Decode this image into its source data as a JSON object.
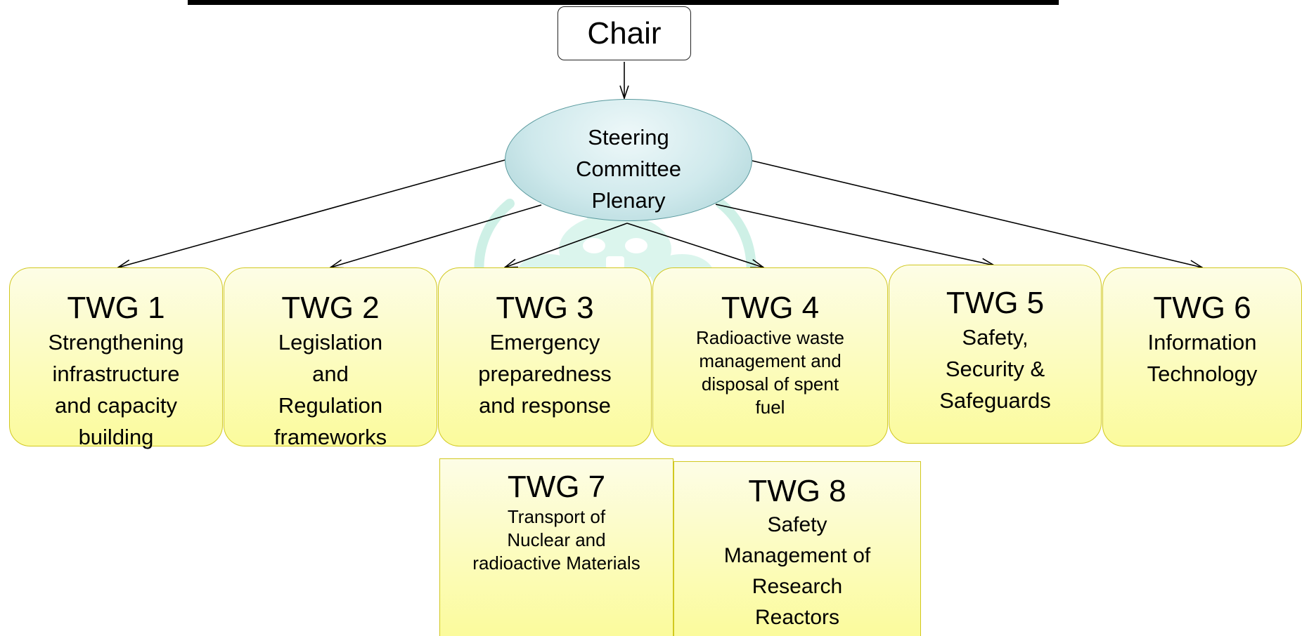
{
  "chair": {
    "label": "Chair"
  },
  "steering": {
    "line1": "Steering",
    "line2": "Committee",
    "line3": "Plenary"
  },
  "twgs": [
    {
      "title": "TWG 1",
      "desc": [
        "Strengthening",
        "infrastructure",
        "and capacity",
        "building"
      ]
    },
    {
      "title": "TWG 2",
      "desc": [
        "Legislation",
        "and",
        "Regulation",
        "frameworks"
      ]
    },
    {
      "title": "TWG 3",
      "desc": [
        "Emergency",
        "preparedness",
        "and response"
      ]
    },
    {
      "title": "TWG 4",
      "desc": [
        "Radioactive waste",
        "management and",
        "disposal of spent",
        "fuel"
      ]
    },
    {
      "title": "TWG 5",
      "desc": [
        "Safety,",
        "Security &",
        "Safeguards"
      ]
    },
    {
      "title": "TWG 6",
      "desc": [
        "Information",
        "Technology"
      ]
    },
    {
      "title": "TWG 7",
      "desc": [
        "Transport of",
        "Nuclear and",
        "radioactive Materials"
      ]
    },
    {
      "title": "TWG 8",
      "desc": [
        "Safety",
        "Management of",
        "Research",
        "Reactors"
      ]
    }
  ],
  "colors": {
    "box_fill_top": "#fdfde6",
    "box_fill_bottom": "#fbfb9c",
    "box_border": "#d1c820",
    "ellipse_fill": "#cfe9ec",
    "ellipse_border": "#5a9a9e",
    "watermark": "#9fe3cf"
  }
}
